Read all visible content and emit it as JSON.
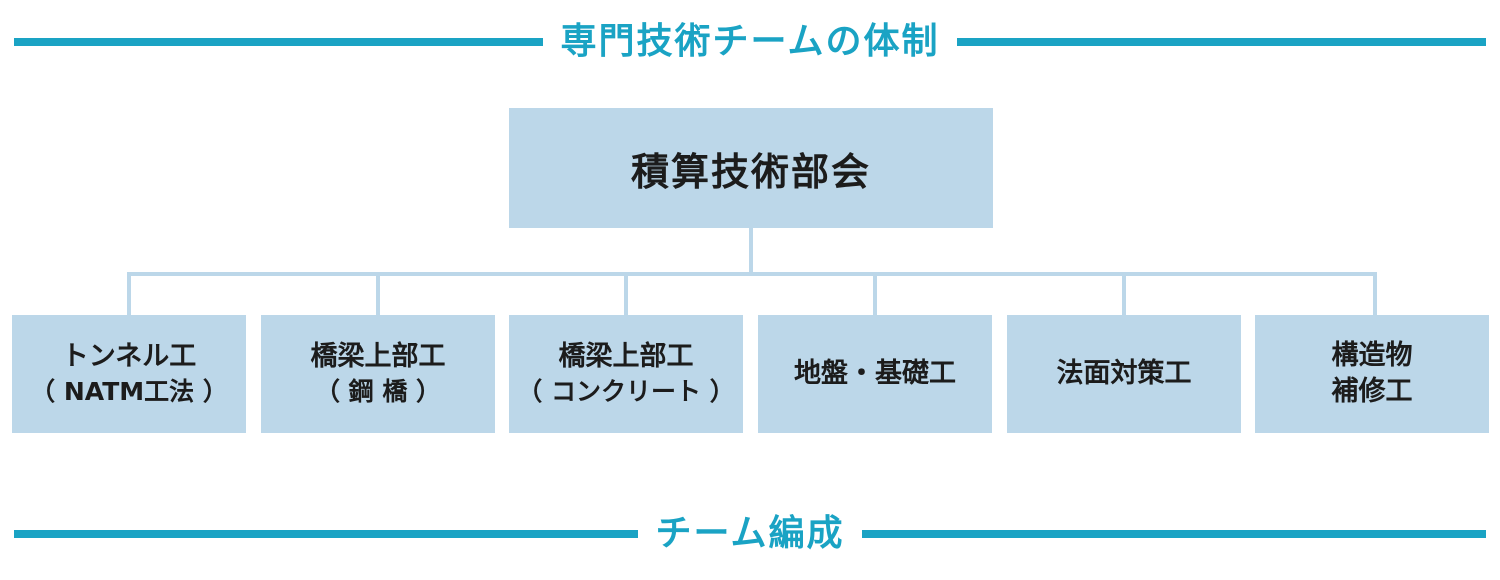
{
  "header": {
    "title": "専門技術チームの体制"
  },
  "org": {
    "root": "積算技術部会",
    "children": [
      {
        "line1": "トンネル工",
        "line2": "（ NATM工法 ）"
      },
      {
        "line1": "橋梁上部工",
        "line2": "（ 鋼 橋 ）"
      },
      {
        "line1": "橋梁上部工",
        "line2": "（ コンクリート ）"
      },
      {
        "line1": "地盤・基礎工",
        "line2": ""
      },
      {
        "line1": "法面対策工",
        "line2": ""
      },
      {
        "line1": "構造物",
        "line2": "補修工"
      }
    ]
  },
  "footer": {
    "title": "チーム編成"
  },
  "colors": {
    "accent": "#1aa3c4",
    "box_fill": "#bcd7e9",
    "text": "#1c1c1c"
  }
}
